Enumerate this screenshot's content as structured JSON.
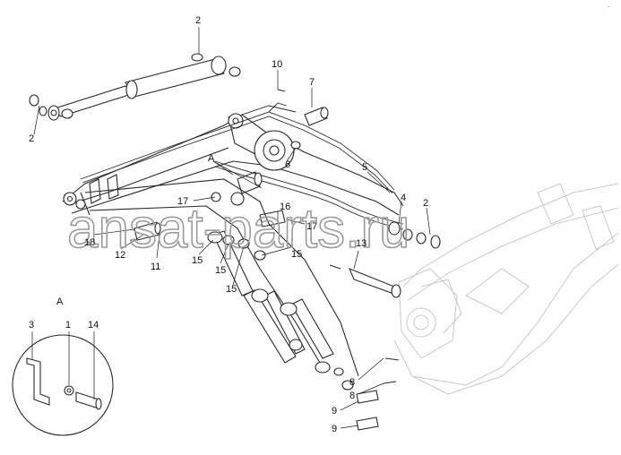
{
  "watermark": "ansat-parts.ru",
  "corner_mark": "-",
  "detail_view": {
    "label": "A"
  },
  "view_marker": {
    "label": "A"
  },
  "callouts": {
    "c2_top": "2",
    "c2_left": "2",
    "c2_right": "2",
    "c10": "10",
    "c7": "7",
    "c6": "6",
    "c5": "5",
    "c4": "4",
    "c17_a": "17",
    "c17_b": "17",
    "c16": "16",
    "c13": "13",
    "c18": "18",
    "c12": "12",
    "c11": "11",
    "c15_a": "15",
    "c15_b": "15",
    "c15_c": "15",
    "c15_d": "15",
    "c8_a": "8",
    "c8_b": "8",
    "c9_a": "9",
    "c9_b": "9",
    "c3": "3",
    "c1": "1",
    "c14": "14"
  }
}
